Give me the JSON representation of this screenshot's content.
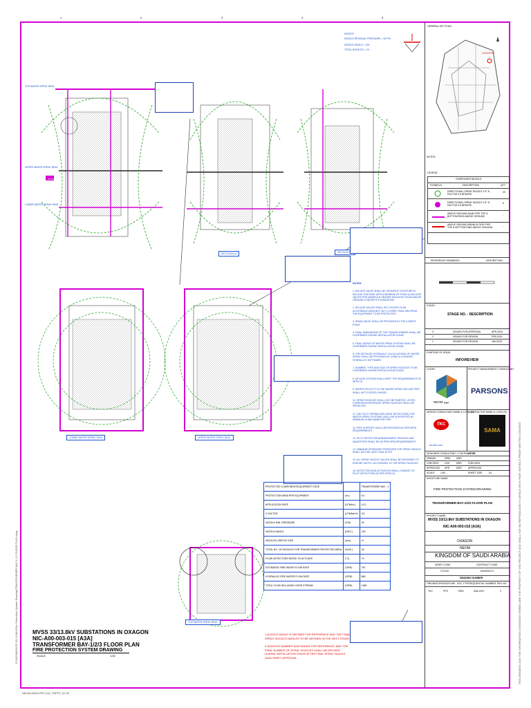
{
  "sheet": {
    "grid_numbers": [
      "1",
      "2",
      "3",
      "4",
      "5"
    ],
    "footer_ref": "NEOM-NWN-PRC-015_TNPP2_02.03",
    "side_text_right": "THIS DRAWING AND THE INFORMATION CONTAINED HEREIN ARE THE PROPERTY OF THE PROJECT AND SHALL NOT BE REPRODUCED IN WHOLE OR IN PART WITHOUT PRIOR WRITTEN CONSENT",
    "side_text_left": "D:\\NEOM\\MVSS 33-13.8kV\\Fire Protection System Drawing\\TRANSFORMER BAY-1-2-3 FLOOR PLAN.dwg"
  },
  "drawing": {
    "labels": {
      "top_ring": "TOP WATER SPRAY RING",
      "upper_ring": "UPPER WATER SPRAY RING",
      "lower_ring": "LOWER WATER SPRAY RING",
      "lower_ring_plan_1": "LOWER WATER SPRAY RING",
      "lower_ring_plan_2": "UPPER WATER SPRAY RING",
      "lower_ring_plan_3": "TOP WATER SPRAY RING",
      "section_aa": "SECTION A-A",
      "section_bb": "SECTION B-B",
      "pipe_tag": "DN100"
    },
    "nozzle_info": {
      "header": "NOZZLE",
      "line1": "NOZZLE RESIDUAL PRESSURE = 30 PSI",
      "line2": "NOZZLE ANGLE = 125",
      "line3": "TOTAL NOZZLES = 20"
    },
    "title_block": {
      "line1": "MVSS 33/13.8kV SUBSTATIONS IN OXAGON",
      "line2": "NIC-A00-003-015 [A3A]",
      "line3": "TRANSFORMER BAY-1/2/3 FLOOR PLAN",
      "line4": "FIRE PROTECTION SYSTEM DRAWING",
      "scale_label": "SCALE",
      "scale_value": "1:50"
    },
    "table": {
      "headers": [
        "PROTECTED COMPONENT/EQUIPMENT CODE",
        "",
        "TRANSFORMER BAY - 1"
      ],
      "rows": [
        [
          "PROTECTION AREA PER EQUIPMENT",
          "(m²)",
          "6.1"
        ],
        [
          "APPLICATION RATE",
          "(LPM/m²)",
          "10.2"
        ],
        [
          "K-FACTOR",
          "(LPM/bar½)",
          "3.5"
        ],
        [
          "NOZZLE MIN. PRESSURE",
          "(PSI)",
          "30"
        ],
        [
          "NOZZLE ANGLE",
          "(DEG.)",
          "125"
        ],
        [
          "NOZZLES ORIFICE SIZE",
          "(mm)",
          "11"
        ],
        [
          "TOTAL NO. OF NOZZLES FOR TRANSFORMER PROTECTED AREA",
          "(NOS.)",
          "26"
        ],
        [
          "FLOW DETECTORS RATED TO ACTIVATE",
          "(°C)",
          "79"
        ],
        [
          "ESTIMATED FIRE WATER FLOW RATE",
          "(GPM)",
          "787"
        ],
        [
          "HYDRAULIC FIRE WATER FLOW RATE",
          "(GPM)",
          "880"
        ],
        [
          "TOTAL FLOW INCLUDING HOSE STREAM",
          "(GPM)",
          "1380"
        ]
      ]
    },
    "red_notes": [
      "1-NOZZLE ANGLE IS DEFINED FOR REFERENCE AND THE FINAL SPRAY NOZZLES ANGLES TO BE DEFINED IN THE NEXT STAGE.",
      "2-NOZZLES NUMBER WAS ADDED FOR REFERENCE, AND THE FINAL NUMBER OF SPRAY NOZZLES SHALL BE REVISED DURING INSTALLATION STAGE AFTER FINAL SPRAY NOZZLE DATA SHEET APPROVAL."
    ],
    "notes_title": "NOTES:",
    "notes": [
      "1. DELUGE VALVE SHALL BE GROUPED TOGETHER IN DELUGE STATIONS WITH A MINIMUM OF FOUR (4) DELUGE VALVES PER MANIFOLD HEADER MOUNTED ON AN ABOVE GROUND CONCRETE FOUNDATION.",
      "2. DELUGE VALVES SHALL BE LOCATED IN AN ACCESSIBLE AREA BUT NOT CLOSER THAN 15M FROM THE EQUIPMENT TO BE PROTECTED.",
      "3. DRAIN VALVE SHALL BE PROVIDED AT THE LOWEST POINT.",
      "4. FINAL DIMENSIONS OF THE TRANSFORMERS SHALL BE CONFIRMED DURING INSTALLATION STAGE.",
      "5. FINAL SIZING OF WATER SPRAY SYSTEM SHALL BE CONFIRMED DURING INSTALLATION STAGE.",
      "6. THE DETAILED HYDRAULIC CALCULATIONS OF WATER SPRAY SHALL BE PROVIDED BY USING A LICENSED HYDRAULIC SOFTWARE.",
      "7. NUMBER, TYPE AND SIZE OF SPRAY NOZZLES TO BE CONFIRMED DURING INSTALLATION STAGE.",
      "8. DELUGE SYSTEM SHALL MEET THE REQUIREMENTS OF NFPA 15.",
      "9. WATER VELOCITY IN THE WATER SPRAY DELUGE PIPE SHALL NOT EXCEED 6 M/SEC.",
      "10. SPRAY NOZZLES SHALL NOT BE PAINTED. LISTED CORROSION RESISTANT SPRAY NOZZLES SHALL BE INSTALLED.",
      "11. THE PILOT SPRINKLERS (HEAT DETECTORS) FOR WATER SPRAY SYSTEMS SHALL BE SUPPORTED BY MINIMUM 15 MM DIAMETER PIPE.",
      "12. PIPE SUPPORT SHALL BE PROVIDED AS PER NFPA REQUIREMENTS.",
      "13. PILOT DETECTOR ARRANGEMENT SPACING AND QUANTITIES SHALL BE AS PER NFPA REQUIREMENTS.",
      "14. MINIMUM OPERATING PRESSURE FOR SPRAY NOZZLE SHALL NOT BE LESS THAN 30 PSI.",
      "15. ALL SPRAY NOZZLE VALVES SHALL BE DESIGNED TO ENSURE SUPPLY ACCORDING TO THE SPRAY NOZZLES.",
      "16. DETECTION AND ACTIVATION SHALL CONSIST OF PILOT DETECTORS AS PER NFPA 15."
    ]
  },
  "key_plan": {
    "title": "GENERAL KEY PLAN",
    "location_label": "LOCATION",
    "notes_label": "NOTES:",
    "legend_label": "LEGEND:",
    "legend_title": "COMPONENT/NOZZLE",
    "legend_headers": [
      "SYMBOLS",
      "DESCRIPTION",
      "QTY"
    ],
    "legend_rows": [
      {
        "desc": "DIRECTIONAL SPRAY NOZZLE 1/2\" K-FACTOR 3.5 BPM/PSI",
        "qty": "20"
      },
      {
        "desc": "DIRECTIONAL SPRAY NOZZLE 1/2\" K-FACTOR 3.5 BPM/PSI",
        "qty": "6"
      },
      {
        "desc": "ABOVE GROUND MAIN PIPE TOP & BOTTOM RING ABOVE GROUND",
        "qty": "-"
      },
      {
        "desc": "ABOVE GROUND BRANCH FIRE PIPE TOP & BOTTOM RING ABOVE GROUND",
        "qty": "-"
      }
    ]
  },
  "title_block": {
    "reference_drawings": "REFERENCE DRAWINGS",
    "description": "DESCRIPTION",
    "stage_label": "STAGE:",
    "stage_title": "STAGE NO. - DESCRIPTION",
    "revisions": [
      {
        "rev": "3",
        "desc": "ISSUED FOR APPROVAL",
        "date": "APR.2024"
      },
      {
        "rev": "2",
        "desc": "ISSUED FOR REVIEW",
        "date": "FEB.2024"
      },
      {
        "rev": "1",
        "desc": "ISSUED FOR REVIEW",
        "date": "JAN.2024"
      }
    ],
    "purpose_label": "PURPOSE OF ISSUE:",
    "purpose": "INFO/REVIEW",
    "client_label": "CLIENT",
    "pmc_label": "PROJECT MANAGEMENT CONSULTANT",
    "client_name": "NEOM نيوم",
    "pmc_name": "PARSONS",
    "design_consultant_label": "DESIGN CONSULTANT NAME & LOGO (S)",
    "contractor_label": "CONTRACTOR NAME & LOGO (S)",
    "design_consultant": "TKC",
    "design_consultant_sub": "tkc-firm.com",
    "contractor": "SAMA",
    "designer_contractor": "DESIGNER CONSULTANT / CONTRACTOR",
    "neom_label": "NEOM",
    "people": [
      {
        "role": "DRAWN",
        "name": "DRW",
        "date": "MSR"
      },
      {
        "role": "CHECKED",
        "name": "CHK",
        "date": "MSR"
      },
      {
        "role": "APPROVED",
        "name": "APR",
        "date": "MSR"
      }
    ],
    "checked_label": "CHECKED",
    "approved_label": "APPROVED",
    "scale_label": "SCALE",
    "scale": "1:50",
    "sheet_size_label": "SHEET SIZE",
    "sheet_size": "A1",
    "discipline_label": "DISCIPLINE NAME:",
    "discipline": "FIRE PROTECTION SYSTEM DRAWING",
    "drawing_title": "TRANSFORMER BAY-1/2/3 FLOOR PLAN",
    "project_name_label": "PROJECT NAME:",
    "project_line1": "MVSS 33/13.8kV SUBSTATIONS IN OXAGON",
    "project_line2": "NIC-A00-003-015 [A3A]",
    "location1": "OXAGON",
    "location2": "NEOM",
    "country": "KINGDOM OF SAUDI ARABIA",
    "asset_code_label": "ASSET CODE",
    "contract_code_label": "CONTRACT CODE",
    "asset_code": "271218",
    "contract_code": "6000001271",
    "drawing_number_label": "DRAWING NUMBER",
    "dn_headers": [
      "ORIGINATOR",
      "DISCIPLINE",
      "DOC.TYPE",
      "SEQUENTIAL NUMBER",
      "REV NO."
    ],
    "dn_values": [
      "TKC",
      "FPS",
      "DRG",
      "A3A-2017",
      "2"
    ]
  }
}
